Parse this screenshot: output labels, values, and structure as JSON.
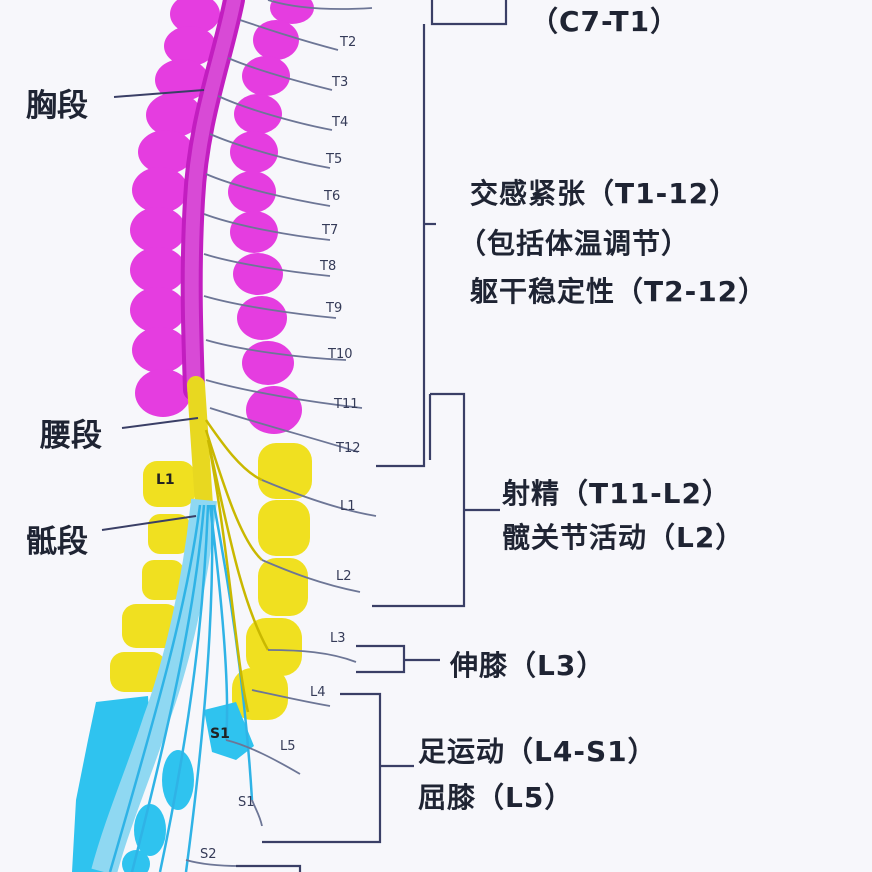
{
  "segments": {
    "thoracic": "胸段",
    "lumbar": "腰段",
    "sacral": "骶段"
  },
  "nerve_labels": {
    "thoracic": [
      "T2",
      "T3",
      "T4",
      "T5",
      "T6",
      "T7",
      "T8",
      "T9",
      "T10",
      "T11",
      "T12"
    ],
    "lumbar": [
      "L1",
      "L2",
      "L3",
      "L4",
      "L5"
    ],
    "sacral": [
      "S1",
      "S2"
    ]
  },
  "vertebra_labels": {
    "l1": "L1",
    "s1": "S1"
  },
  "functions": {
    "c7_t1": "（C7-T1）",
    "sympathetic": "交感紧张（T1-12）",
    "thermoregulation": "（包括体温调节）",
    "trunk_stability": "躯干稳定性（T2-12）",
    "ejaculation": "射精（T11-L2）",
    "hip_activity": "髋关节活动（L2）",
    "knee_extension": "伸膝（L3）",
    "foot_movement": "足运动（L4-S1）",
    "knee_flexion": "屈膝（L5）"
  },
  "colors": {
    "thoracic": "#e53de0",
    "lumbar": "#f0e020",
    "sacral": "#2fc3ef",
    "nerve_line": "#6d7696",
    "bracket": "#3a3f66",
    "text": "#1f2433"
  }
}
